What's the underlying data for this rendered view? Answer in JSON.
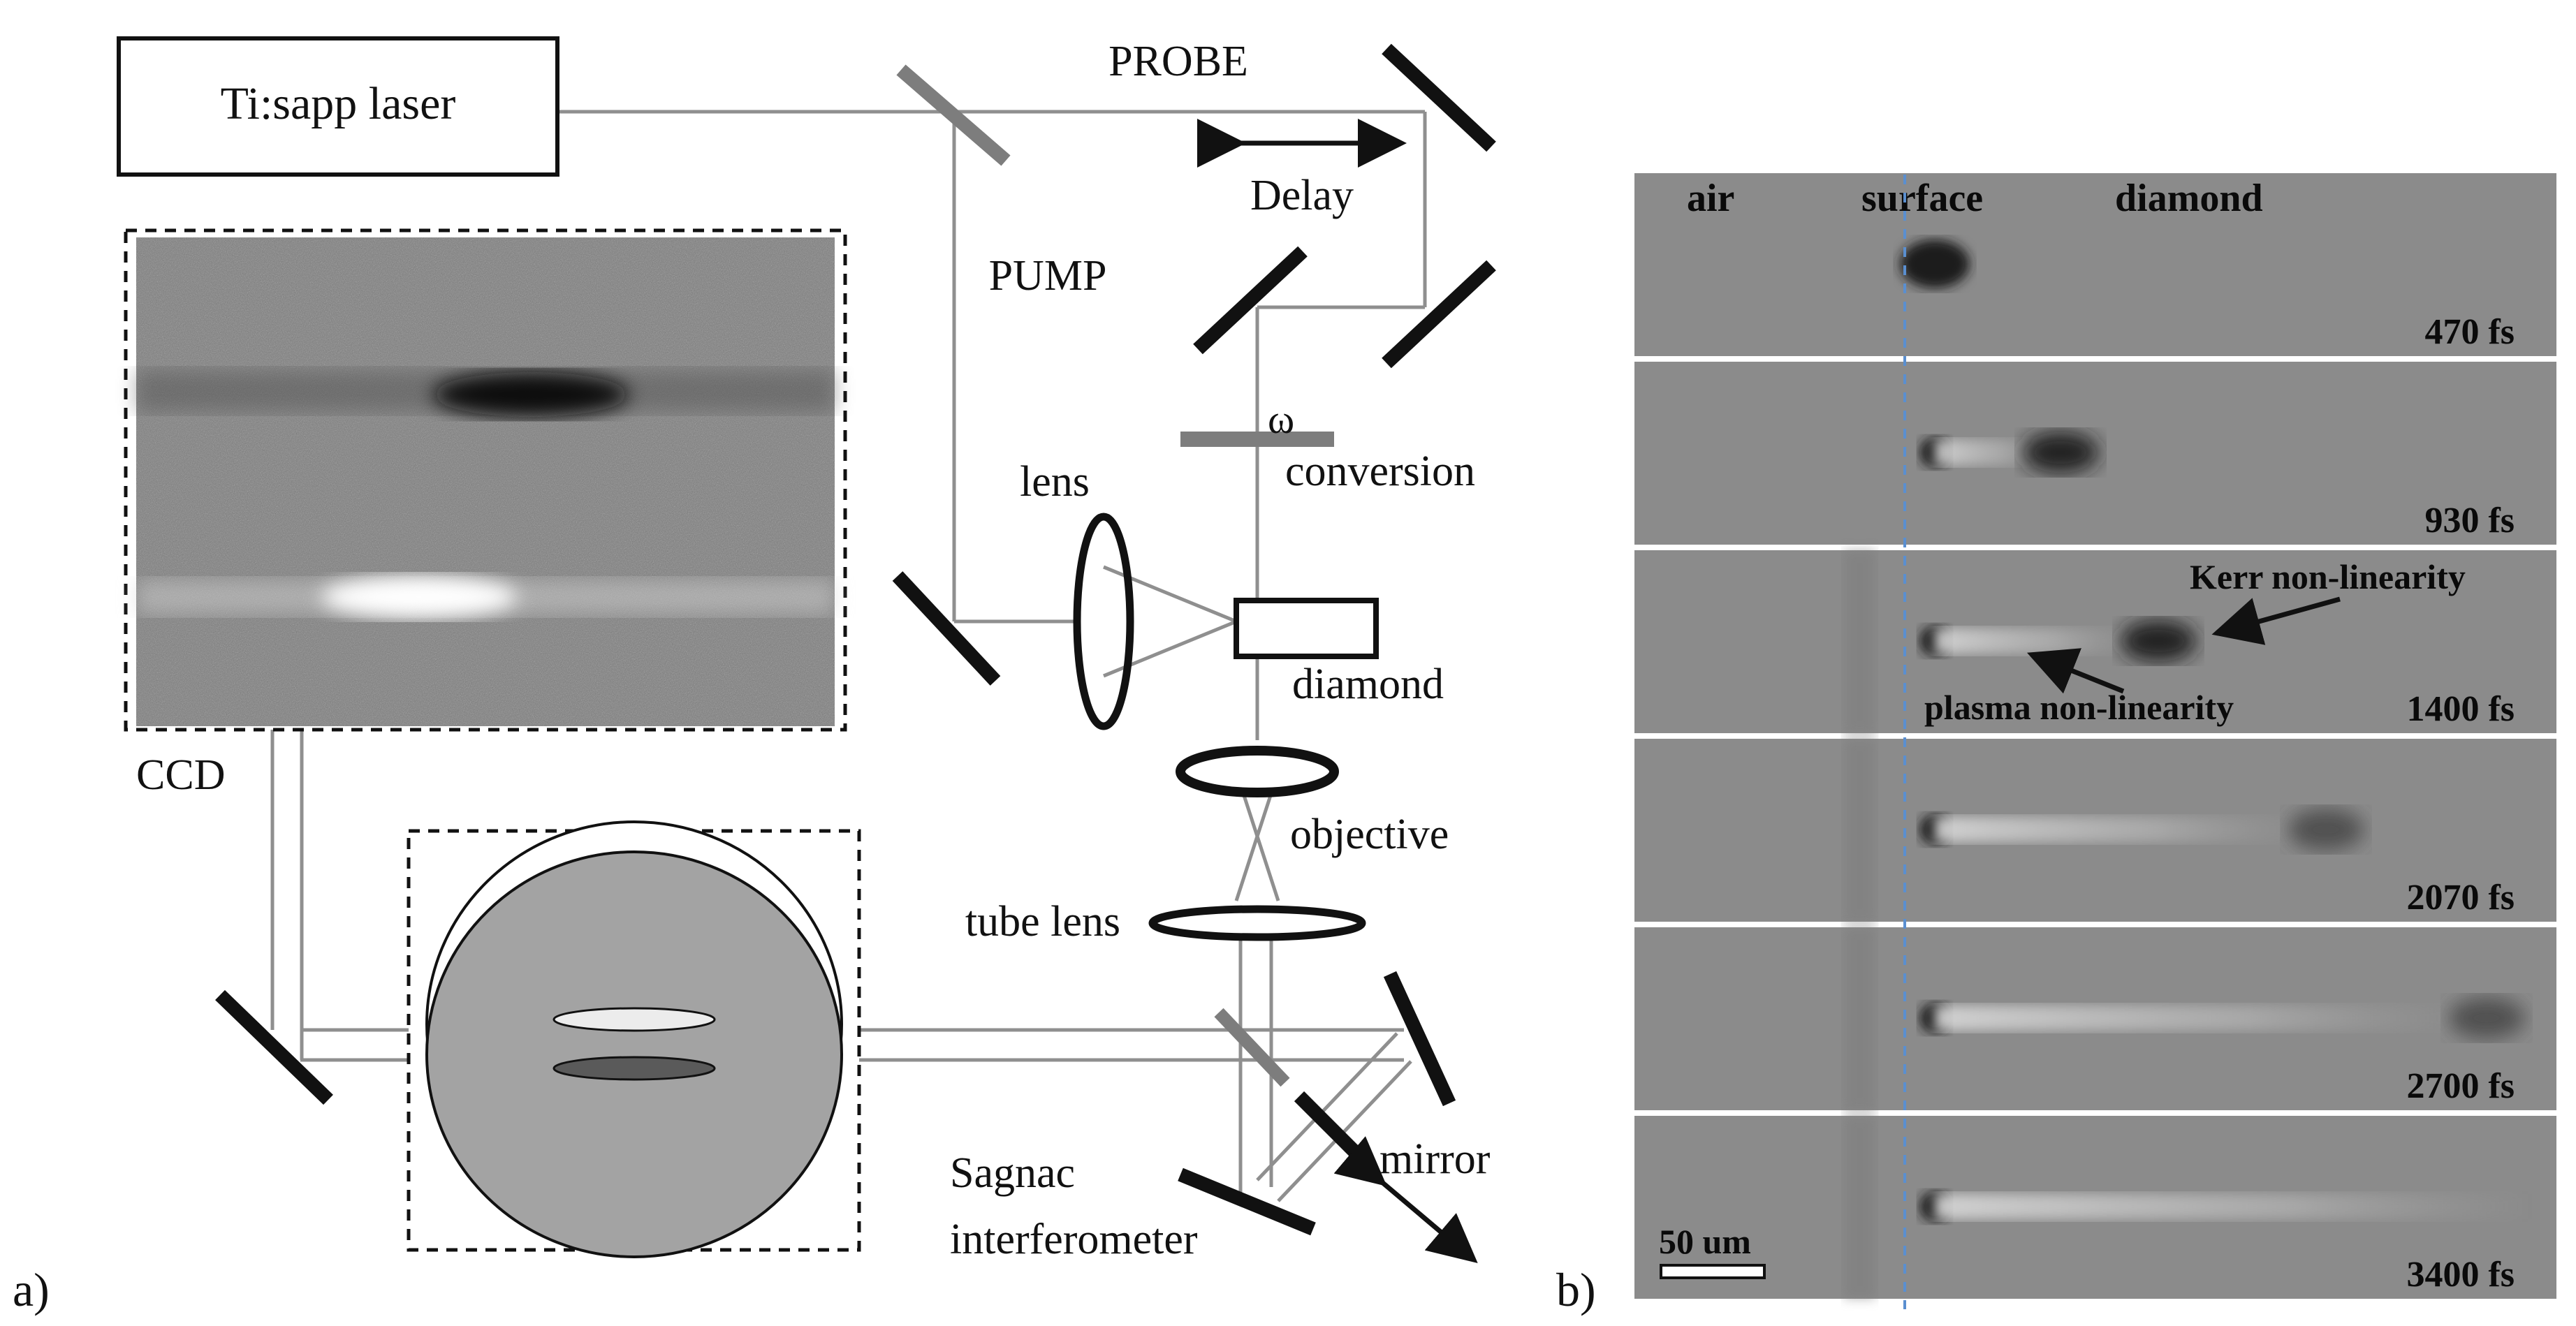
{
  "panel_a": {
    "panel_label": "a)",
    "laser": "Ti:sapp laser",
    "probe": "PROBE",
    "pump": "PUMP",
    "delay": "Delay",
    "omega": "ω",
    "conversion": "conversion",
    "lens": "lens",
    "diamond": "diamond",
    "ccd": "CCD",
    "objective": "objective",
    "tube_lens": "tube lens",
    "sagnac_1": "Sagnac",
    "sagnac_2": "interferometer",
    "mirror": "mirror"
  },
  "panel_b": {
    "panel_label": "b)",
    "header_air": "air",
    "header_surface": "surface",
    "header_diamond": "diamond",
    "frames": [
      {
        "time": "470 fs"
      },
      {
        "time": "930 fs"
      },
      {
        "time": "1400 fs"
      },
      {
        "time": "2070 fs"
      },
      {
        "time": "2700 fs"
      },
      {
        "time": "3400 fs"
      }
    ],
    "kerr_label": "Kerr non-linearity",
    "plasma_label": "plasma non-linearity",
    "scale_bar": "50 um"
  },
  "colors": {
    "beam": "#8f8f8f",
    "optic_black": "#111111",
    "splitter_gray": "#7d7d7d",
    "frame_bg": "#8b8b8b",
    "surface_line": "#5a8fd0"
  }
}
